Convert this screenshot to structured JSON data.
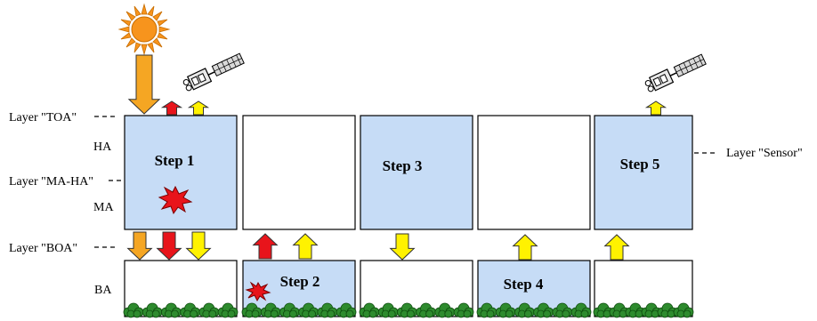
{
  "layer_labels": {
    "toa": "Layer \"TOA\"",
    "ha": "HA",
    "ma_ha": "Layer \"MA-HA\"",
    "ma": "MA",
    "boa": "Layer \"BOA\"",
    "ba": "BA",
    "sensor": "Layer \"Sensor\""
  },
  "steps": [
    {
      "label": "Step 1",
      "upper_filled": true,
      "lower_filled": false
    },
    {
      "label": "Step 2",
      "upper_filled": false,
      "lower_filled": true
    },
    {
      "label": "Step 3",
      "upper_filled": true,
      "lower_filled": false
    },
    {
      "label": "Step 4",
      "upper_filled": false,
      "lower_filled": true
    },
    {
      "label": "Step 5",
      "upper_filled": true,
      "lower_filled": false
    }
  ],
  "colors": {
    "box_fill": "#c6dcf6",
    "arrow_orange": "#f5a623",
    "arrow_red": "#e8141b",
    "arrow_yellow": "#fff200",
    "sun": "#f7941d",
    "vegetation": "#2e8b2e",
    "burst": "#e8141b"
  }
}
